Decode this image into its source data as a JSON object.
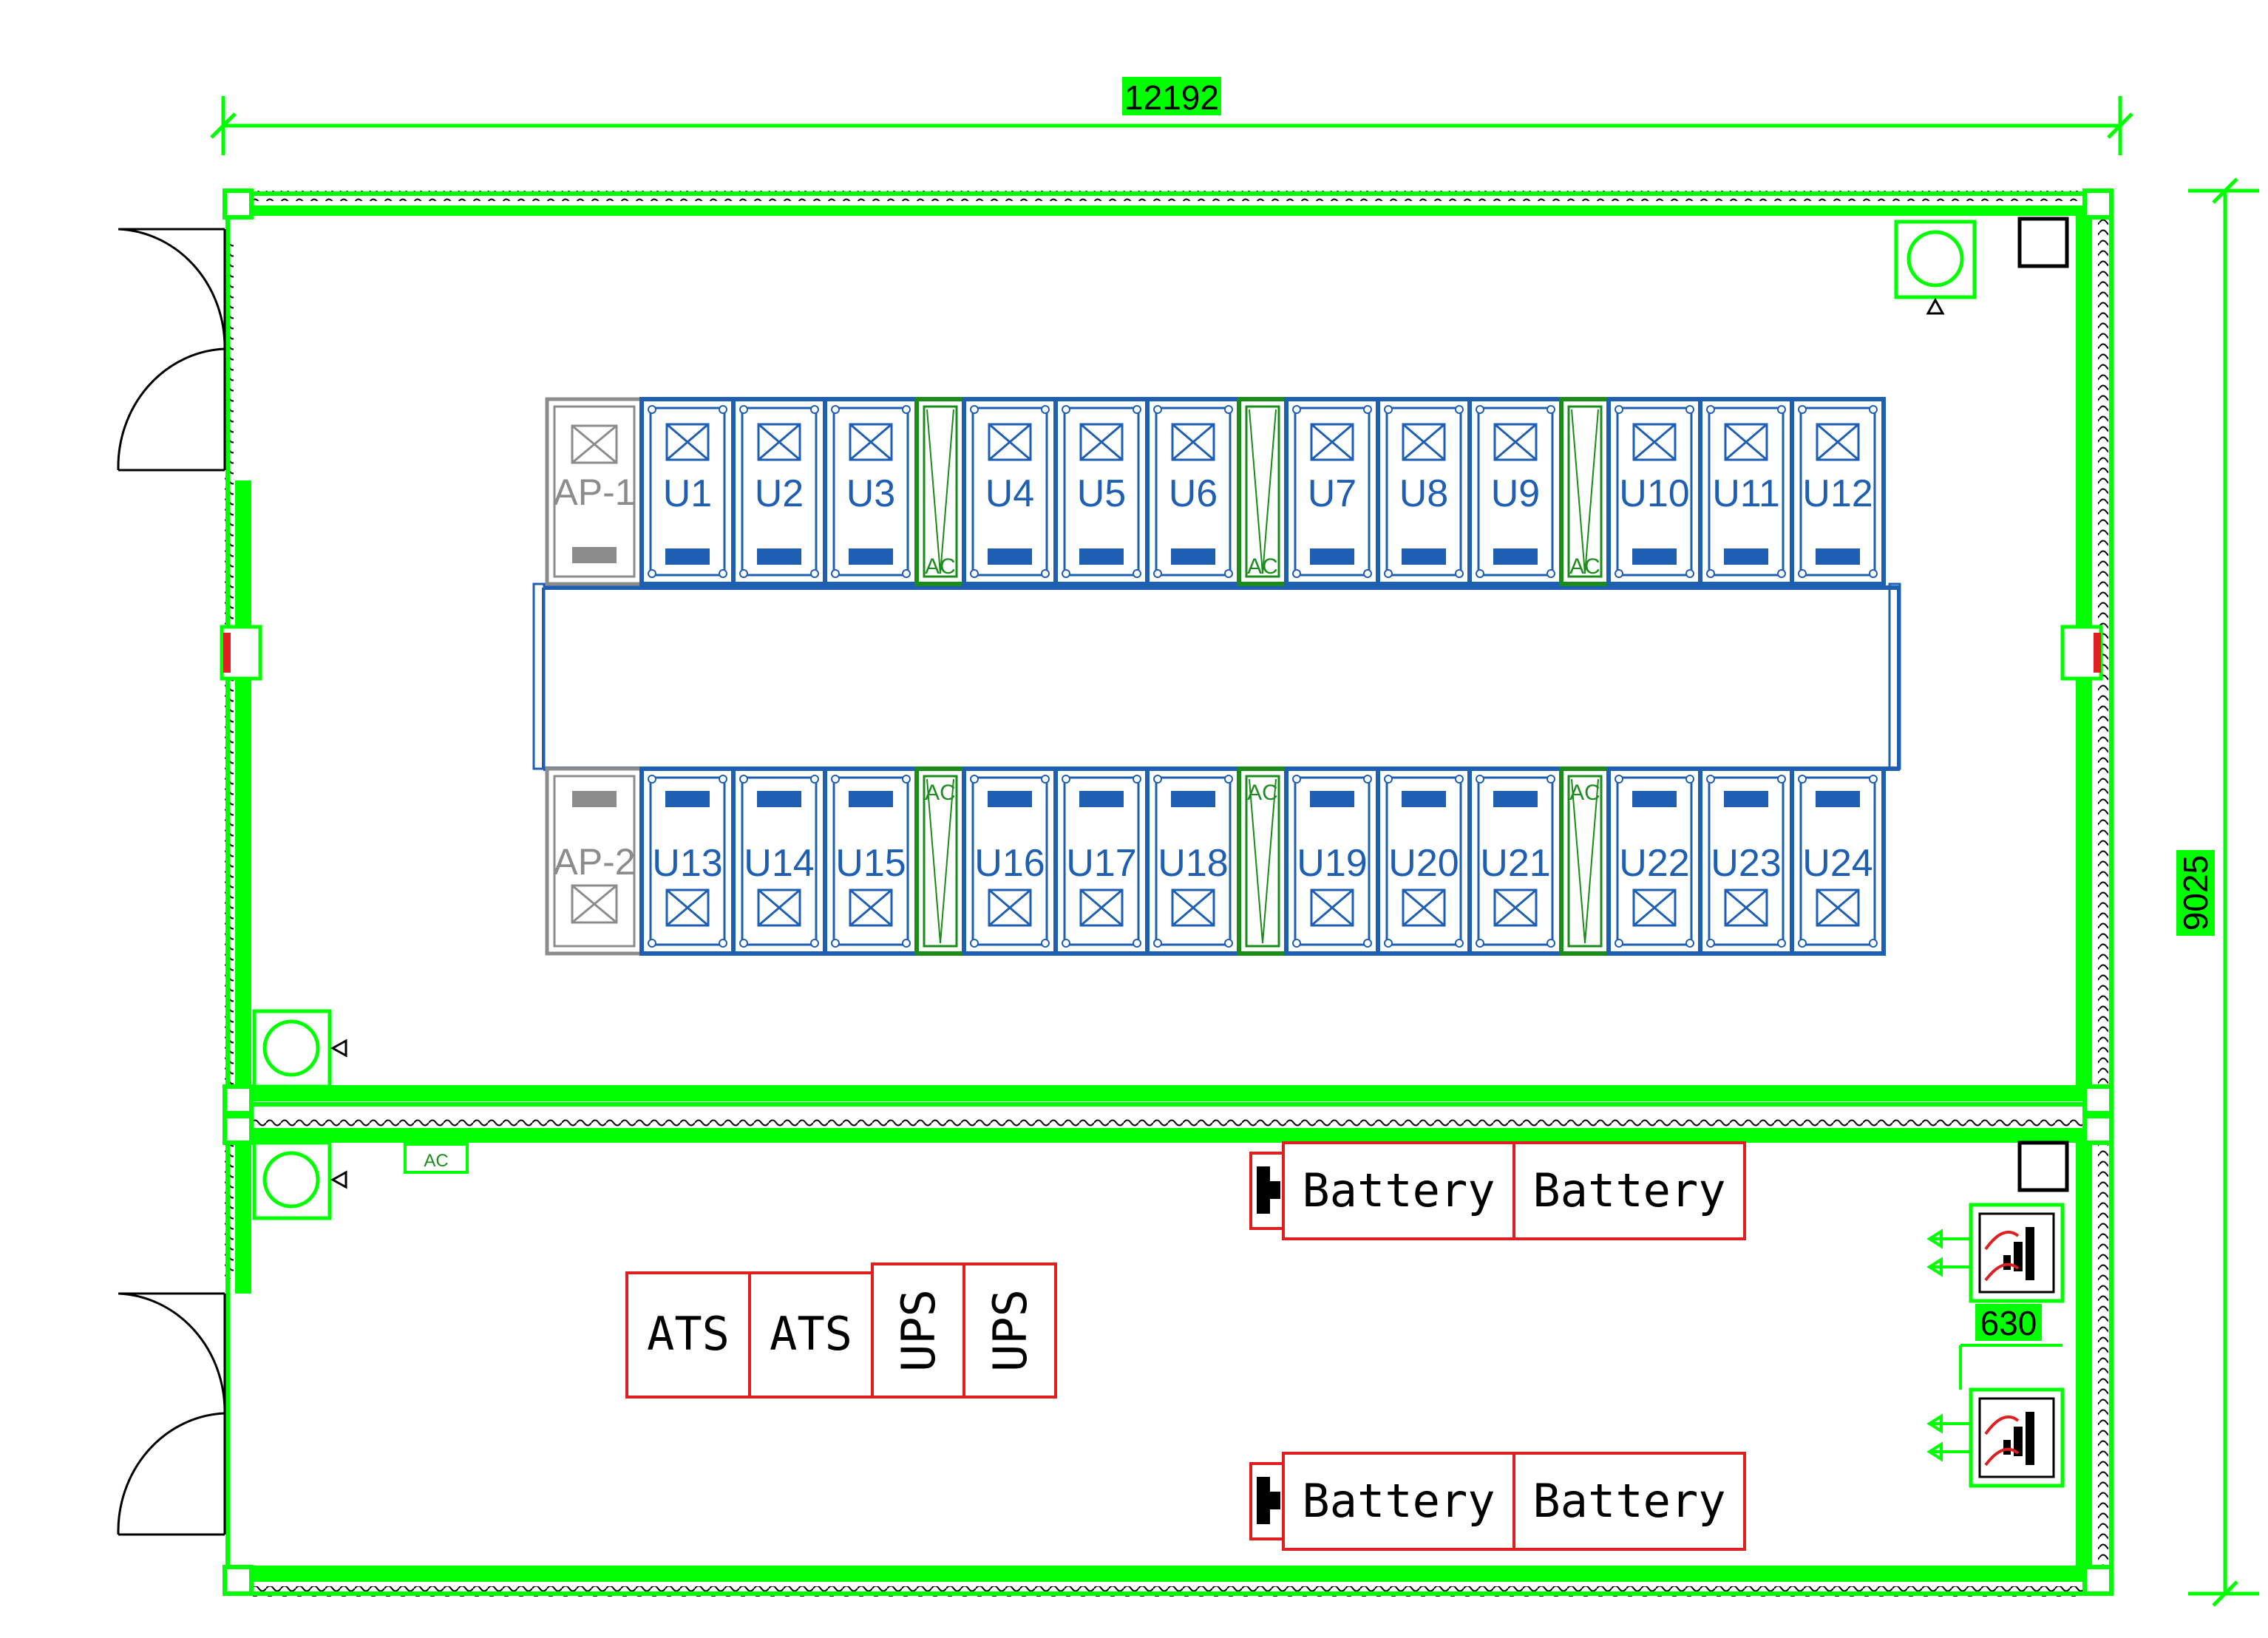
{
  "dimensions": {
    "width_label": "12192",
    "height_label": "9025",
    "tag_label": "630"
  },
  "colors": {
    "wall": "#00ff00",
    "rack": "#1e5fb4",
    "ac": "#1a8c1a",
    "ap": "#8c8c8c",
    "electrical": "#e02020",
    "line": "#000000"
  },
  "rack_row_top": {
    "ap": "AP-1",
    "units": [
      "U1",
      "U2",
      "U3",
      "AC",
      "U4",
      "U5",
      "U6",
      "AC",
      "U7",
      "U8",
      "U9",
      "AC",
      "U10",
      "U11",
      "U12"
    ]
  },
  "rack_row_bottom": {
    "ap": "AP-2",
    "units": [
      "U13",
      "U14",
      "U15",
      "AC",
      "U16",
      "U17",
      "U18",
      "AC",
      "U19",
      "U20",
      "U21",
      "AC",
      "U22",
      "U23",
      "U24"
    ]
  },
  "electrical": {
    "ats": [
      "ATS",
      "ATS"
    ],
    "ups": [
      "UPS",
      "UPS"
    ],
    "battery_top": [
      "Battery",
      "Battery"
    ],
    "battery_bottom": [
      "Battery",
      "Battery"
    ]
  },
  "small_ac_label": "AC"
}
